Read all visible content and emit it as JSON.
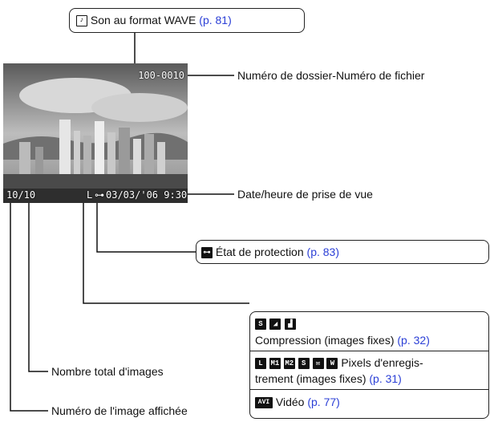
{
  "wave": {
    "text": "Son au format WAVE",
    "link": "(p. 81)"
  },
  "screen": {
    "folder_file": "100-0010",
    "counter": "10/10",
    "quality": "L",
    "datetime": "03/03/'06  9:30"
  },
  "callouts": {
    "folder_file": "Numéro de dossier-Numéro de fichier",
    "datetime": "Date/heure de prise de vue",
    "protection": {
      "text": "État de protection",
      "link": "(p. 83)"
    },
    "compression": {
      "text": "Compression (images fixes)",
      "link": "(p. 32)"
    },
    "pixels": {
      "icons": [
        "L",
        "M1",
        "M2",
        "S",
        "W"
      ],
      "text1": "Pixels d'enregis-",
      "text2": "trement (images fixes)",
      "link": "(p. 31)"
    },
    "video": {
      "icon": "AVI",
      "text": "Vidéo",
      "link": "(p. 77)"
    },
    "total": "Nombre total d'images",
    "current": "Numéro de l'image affichée"
  },
  "colors": {
    "link": "#2b3fd6"
  }
}
